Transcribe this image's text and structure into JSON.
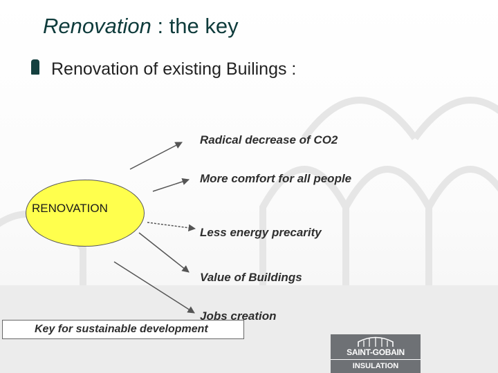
{
  "title": {
    "emphasis": "Renovation",
    "rest": " : the key"
  },
  "bullet": {
    "text": "Renovation of existing Builings :"
  },
  "hub": {
    "label": "RENOVATION"
  },
  "outcomes": [
    "Radical decrease of CO2",
    "More comfort for all people",
    "Less energy precarity",
    "Value of Buildings",
    "Jobs creation"
  ],
  "footer_box": {
    "text": "Key for sustainable development"
  },
  "logo": {
    "name": "SAINT-GOBAIN",
    "sub": "INSULATION"
  },
  "colors": {
    "title": "#0e3b3b",
    "hub_fill": "#ffff4d",
    "logo_bg": "#6e7175"
  }
}
